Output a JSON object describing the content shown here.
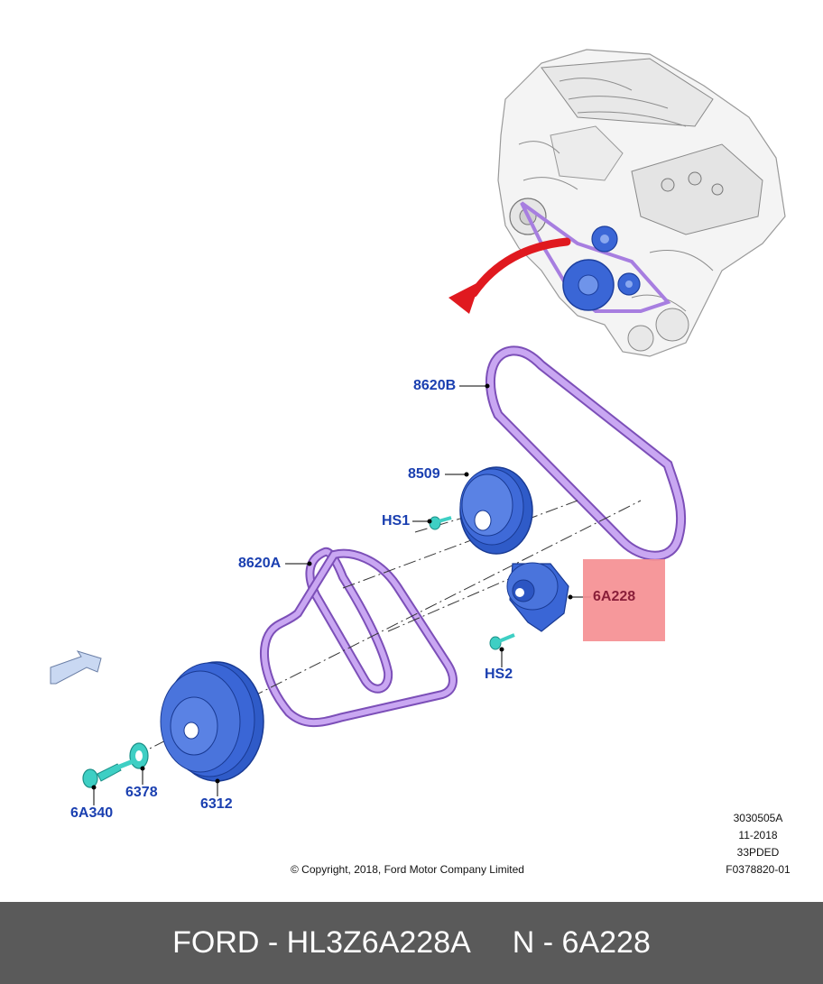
{
  "labels": {
    "belt_b": "8620B",
    "idler_pulley": "8509",
    "bolt_hs1": "HS1",
    "belt_a": "8620A",
    "tensioner": "6A228",
    "bolt_hs2": "HS2",
    "crank_pulley": "6312",
    "washer": "6378",
    "crank_bolt": "6A340"
  },
  "meta": {
    "code": "3030505A",
    "date": "11-2018",
    "model": "33PDED",
    "figure": "F0378820-01"
  },
  "copyright": "© Copyright, 2018, Ford Motor Company Limited",
  "footer": {
    "part_number": "FORD - HL3Z6A228A",
    "ford_number": "N - 6A228"
  },
  "colors": {
    "label_blue": "#1a3fb0",
    "highlight": "#f58f92",
    "belt": "#a77ee0",
    "pulley": "#3a66d6",
    "bolt": "#3ecfc4",
    "arrow": "#e0191f",
    "footer_bg": "#5a5a5a"
  }
}
